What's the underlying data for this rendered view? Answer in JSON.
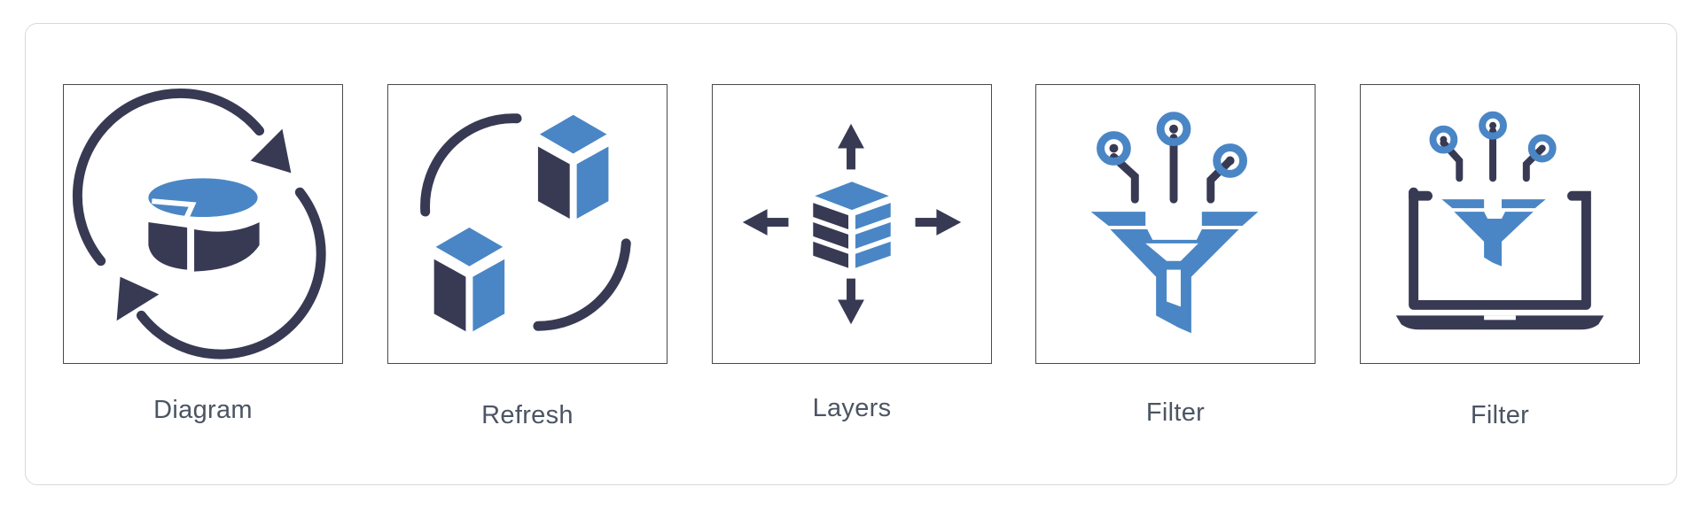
{
  "colors": {
    "dark": "#383a54",
    "blue": "#4a86c5",
    "label": "#4b5563",
    "tile_border": "#4a4a4a",
    "panel_border": "#d7d9de"
  },
  "icons": [
    {
      "name": "diagram-icon",
      "label": "Diagram"
    },
    {
      "name": "refresh-icon",
      "label": "Refresh"
    },
    {
      "name": "layers-icon",
      "label": "Layers"
    },
    {
      "name": "filter-funnel-icon",
      "label": "Filter"
    },
    {
      "name": "filter-laptop-icon",
      "label": "Filter"
    }
  ]
}
